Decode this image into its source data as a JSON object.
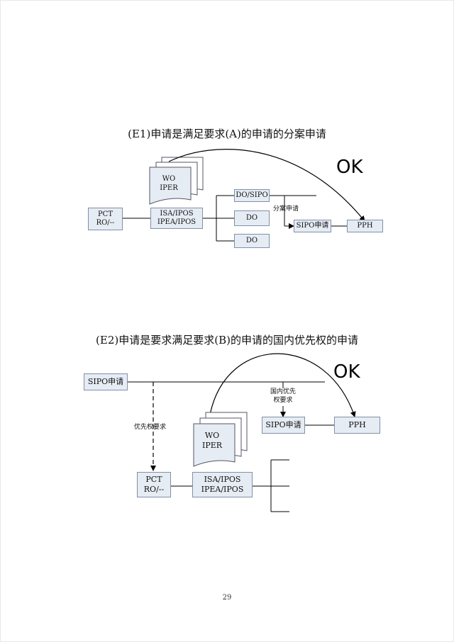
{
  "e1": {
    "title": "(E1)申请是满足要求(A)的申请的分案申请",
    "ok": "OK",
    "wo_doc": {
      "line1": "WO",
      "line2": "IPER"
    },
    "pct_box": {
      "line1": "PCT",
      "line2": "RO/--"
    },
    "isa_box": {
      "line1": "ISA/IPOS",
      "line2": "IPEA/IPOS"
    },
    "do_sipo_box": "DO/SIPO",
    "do_box_1": "DO",
    "do_box_2": "DO",
    "divisional_label": "分案申请",
    "sipo_box": "SIPO申请",
    "pph_box": "PPH"
  },
  "e2": {
    "title": "(E2)申请是要求满足要求(B)的申请的国内优先权的申请",
    "ok": "OK",
    "sipo_top_box": "SIPO申请",
    "priority_claim_label": "优先权要求",
    "domestic_priority_label": {
      "line1": "国内优先",
      "line2": "权要求"
    },
    "sipo_box": "SIPO申请",
    "pph_box": "PPH",
    "wo_doc": {
      "line1": "WO",
      "line2": "IPER"
    },
    "pct_box": {
      "line1": "PCT",
      "line2": "RO/--"
    },
    "isa_box": {
      "line1": "ISA/IPOS",
      "line2": "IPEA/IPOS"
    }
  },
  "page_number": "29"
}
